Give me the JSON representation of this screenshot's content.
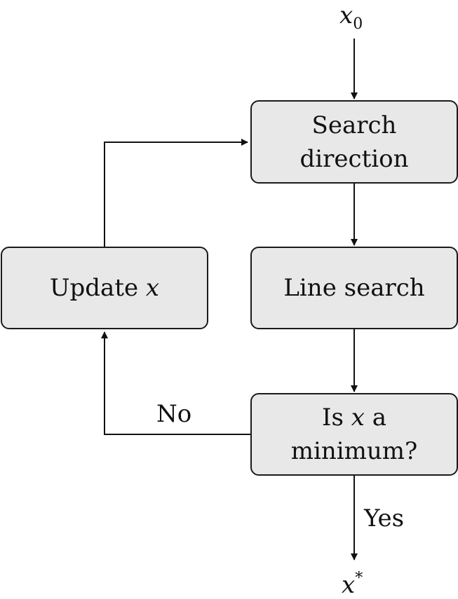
{
  "start": {
    "var": "x",
    "sub": "0"
  },
  "end": {
    "var": "x",
    "sup": "*"
  },
  "nodes": {
    "search": {
      "line1": "Search",
      "line2": "direction"
    },
    "line_search": {
      "text": "Line search"
    },
    "check": {
      "line1_pre": "Is ",
      "line1_var": "x",
      "line1_post": " a",
      "line2": "minimum?"
    },
    "update": {
      "text": "Update ",
      "var": "x"
    }
  },
  "edges": {
    "no": "No",
    "yes": "Yes"
  }
}
